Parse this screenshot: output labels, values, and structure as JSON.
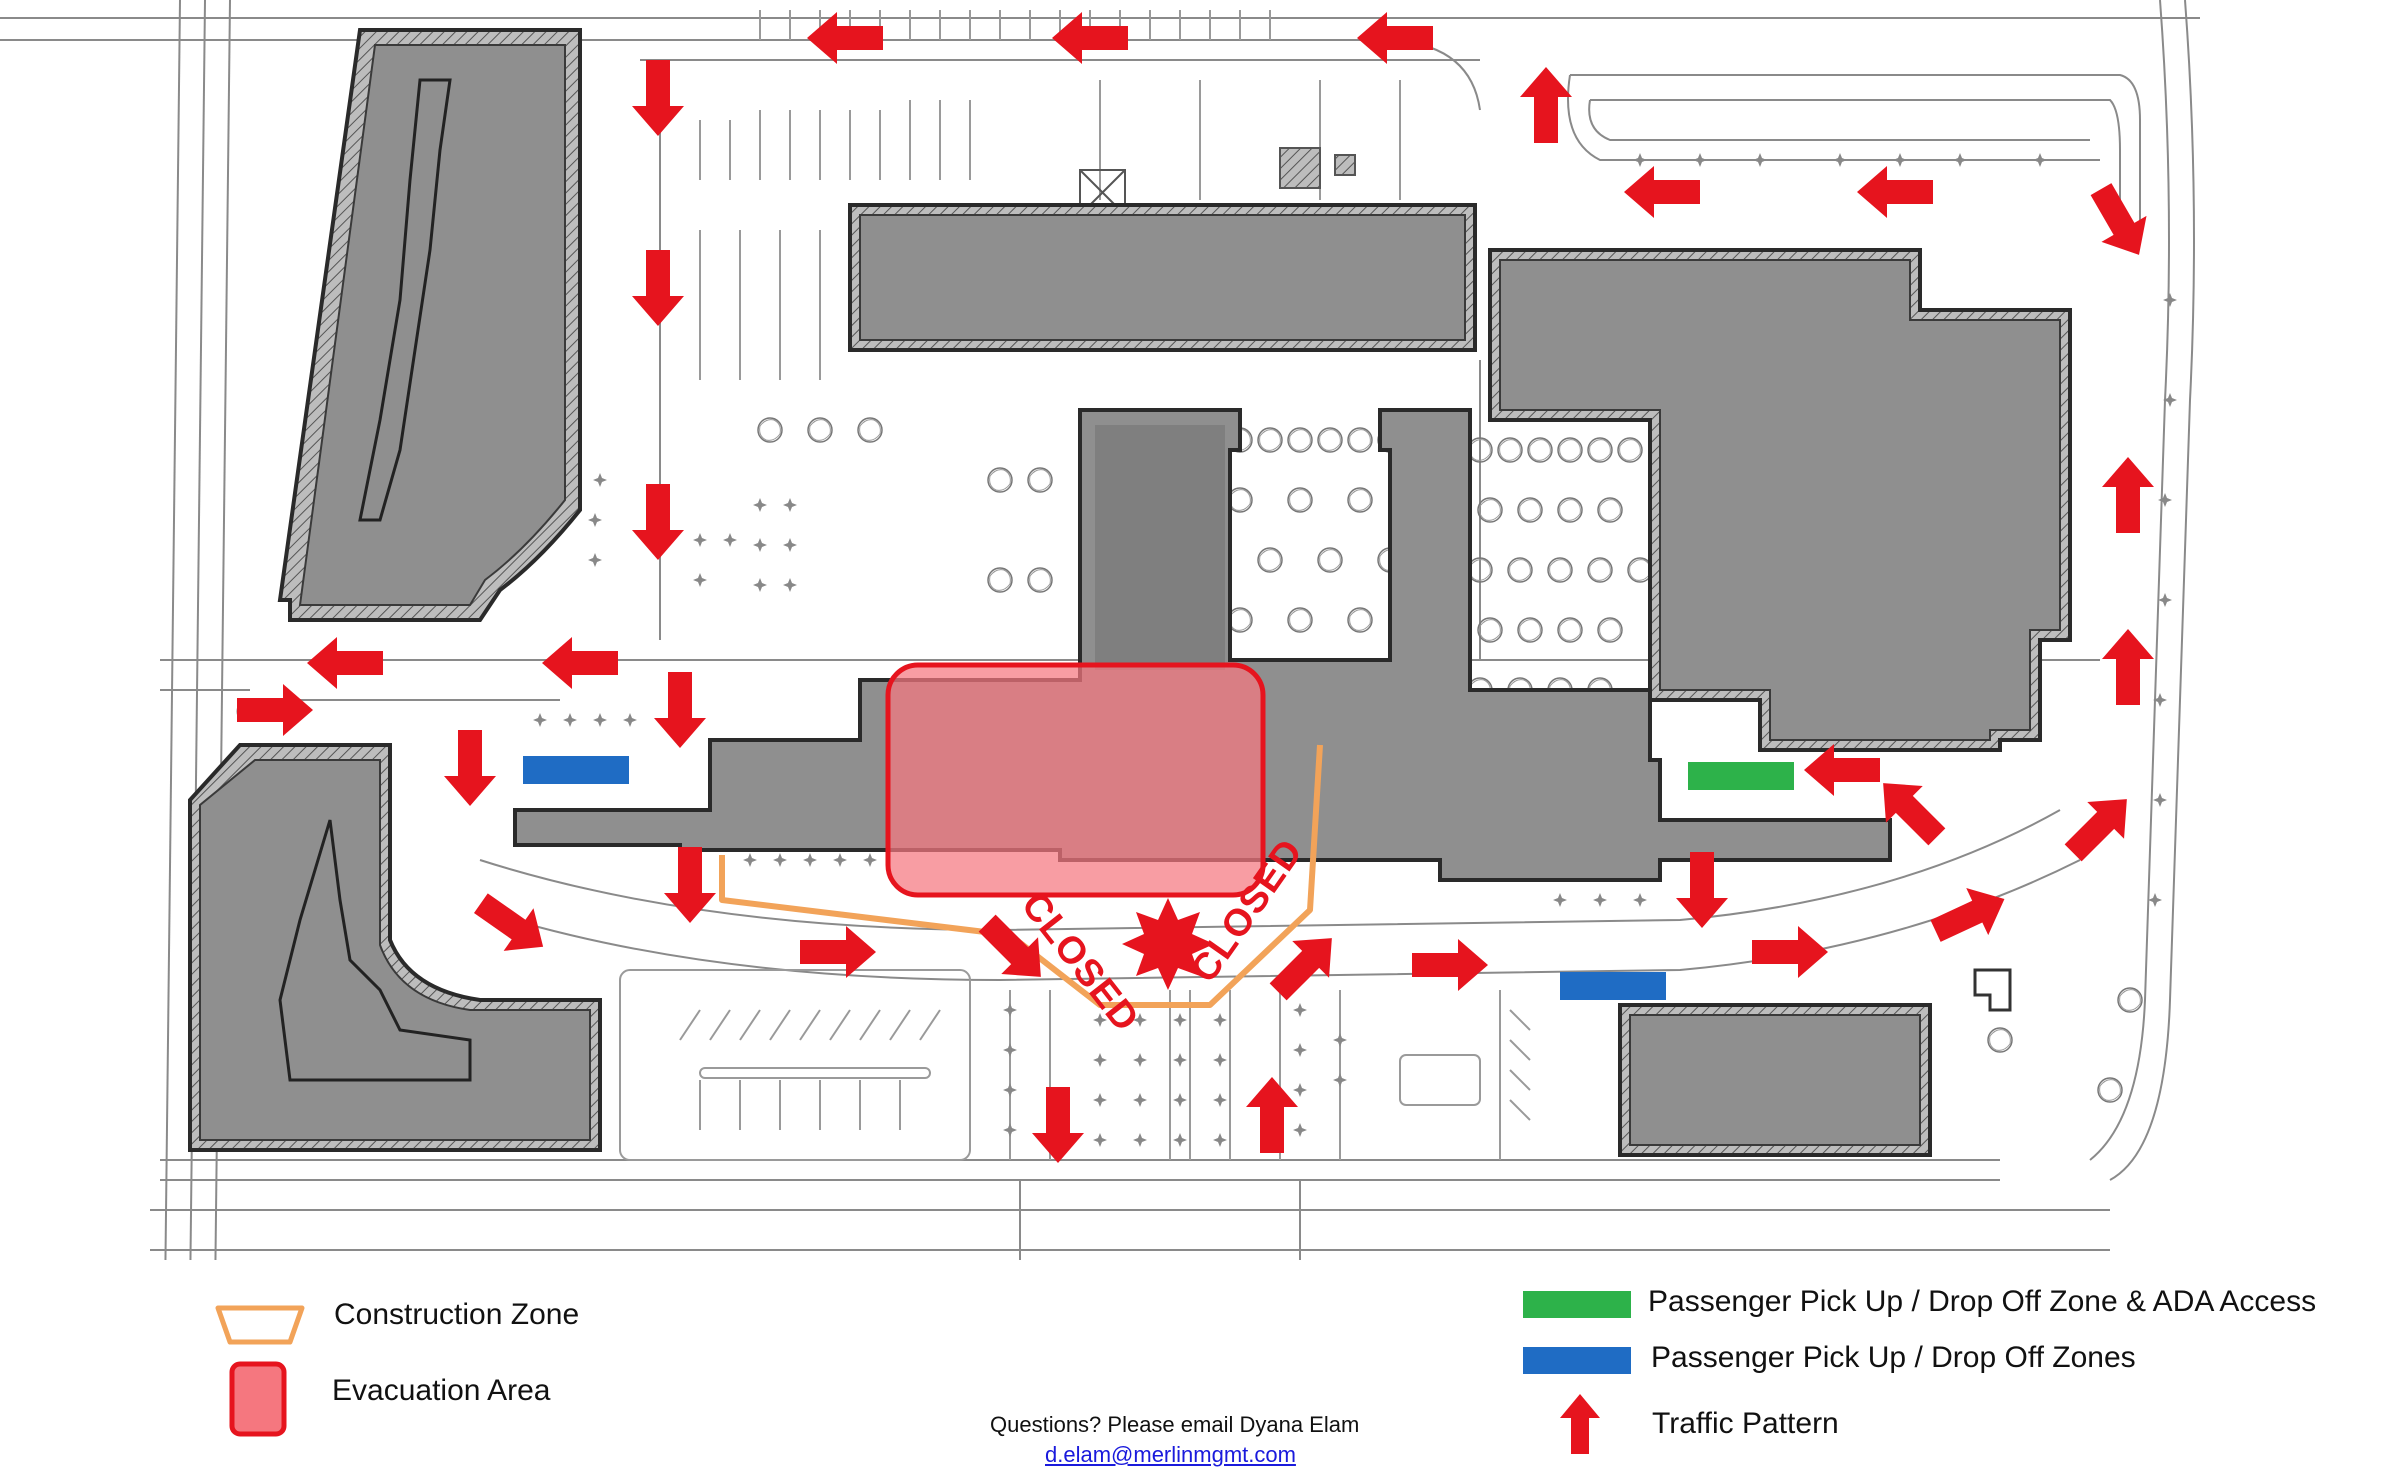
{
  "map": {
    "closed_label": "CLOSED",
    "colors": {
      "building": "#8f8f8f",
      "building_edge": "#2a2a2a",
      "construction": "#f2a359",
      "evacuation_fill": "#f5777f",
      "evacuation_stroke": "#e6141e",
      "arrow": "#e6141e",
      "ada_zone": "#2db24a",
      "pickup_zone": "#1f6cc4"
    }
  },
  "legend": {
    "construction_zone": "Construction Zone",
    "evacuation_area": "Evacuation Area",
    "ada_pickup": "Passenger Pick Up / Drop Off Zone & ADA Access",
    "pickup": "Passenger Pick Up / Drop Off Zones",
    "traffic": "Traffic Pattern"
  },
  "contact": {
    "question": "Questions? Please email Dyana Elam",
    "email": "d.elam@merlinmgmt.com"
  }
}
